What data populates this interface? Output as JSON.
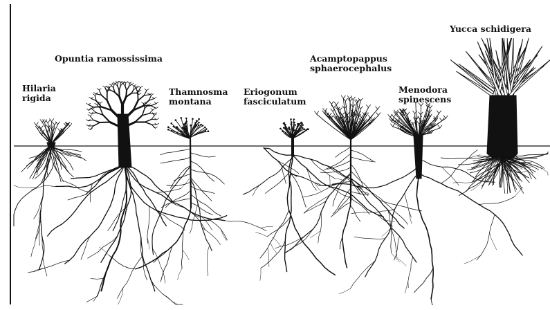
{
  "figure": {
    "colors": {
      "ink": "#111111",
      "background": "#ffffff"
    },
    "plants": [
      {
        "id": "hilaria",
        "label_lines": [
          "Hilaria",
          "rigida"
        ]
      },
      {
        "id": "opuntia",
        "label_lines": [
          "Opuntia ramossissima"
        ]
      },
      {
        "id": "thamnosma",
        "label_lines": [
          "Thamnosma",
          "montana"
        ]
      },
      {
        "id": "eriogonum",
        "label_lines": [
          "Eriogonum",
          "fasciculatum"
        ]
      },
      {
        "id": "acamptopappus",
        "label_lines": [
          "Acamptopappus",
          "sphaerocephalus"
        ]
      },
      {
        "id": "menodora",
        "label_lines": [
          "Menodora",
          "spinescens"
        ]
      },
      {
        "id": "yucca",
        "label_lines": [
          "Yucca schidigera"
        ]
      }
    ]
  }
}
